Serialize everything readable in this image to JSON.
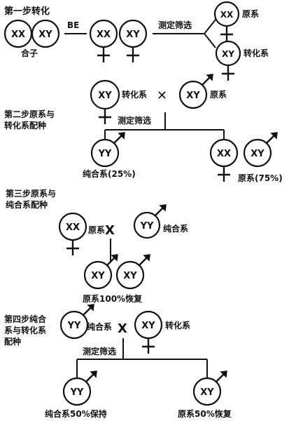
{
  "step1": {
    "title": "第一步转化",
    "zygote_a": "XX",
    "zygote_b": "XY",
    "zygote_label": "合子",
    "be_label": "BE",
    "offspring_a": "XX",
    "offspring_b": "XY",
    "screen_label": "测定筛选",
    "result_a_genotype": "XX",
    "result_a_label": "原系",
    "result_b_genotype": "XY",
    "result_b_label": "转化系"
  },
  "step2": {
    "title_line1": "第二步原系与",
    "title_line2": "转化系配种",
    "parent_a_genotype": "XY",
    "parent_a_label": "转化系",
    "cross_symbol": "✕",
    "parent_b_genotype": "XY",
    "parent_b_label": "原系",
    "screen_label": "测定筛选",
    "result_a_genotype": "YY",
    "result_a_label": "纯合系(25%)",
    "result_b1_genotype": "XX",
    "result_b2_genotype": "XY",
    "result_b_label": "原系(75%)"
  },
  "step3": {
    "title_line1": "第三步原系与",
    "title_line2": "纯合系配种",
    "parent_a_genotype": "XX",
    "parent_a_label": "原系",
    "cross_symbol": "X",
    "parent_b_genotype": "YY",
    "parent_b_label": "纯合系",
    "result_a_genotype": "XY",
    "result_b_genotype": "XY",
    "result_label": "原系100%恢复"
  },
  "step4": {
    "title_line1": "第四步纯合",
    "title_line2": "系与转化系",
    "title_line3": "配种",
    "parent_a_genotype": "YY",
    "parent_a_label": "纯合系",
    "cross_symbol": "X",
    "parent_b_genotype": "XY",
    "parent_b_label": "转化系",
    "screen_label": "测定筛选",
    "result_a_genotype": "YY",
    "result_a_label": "纯合系50%保持",
    "result_b_genotype": "XY",
    "result_b_label": "原系50%恢复"
  }
}
